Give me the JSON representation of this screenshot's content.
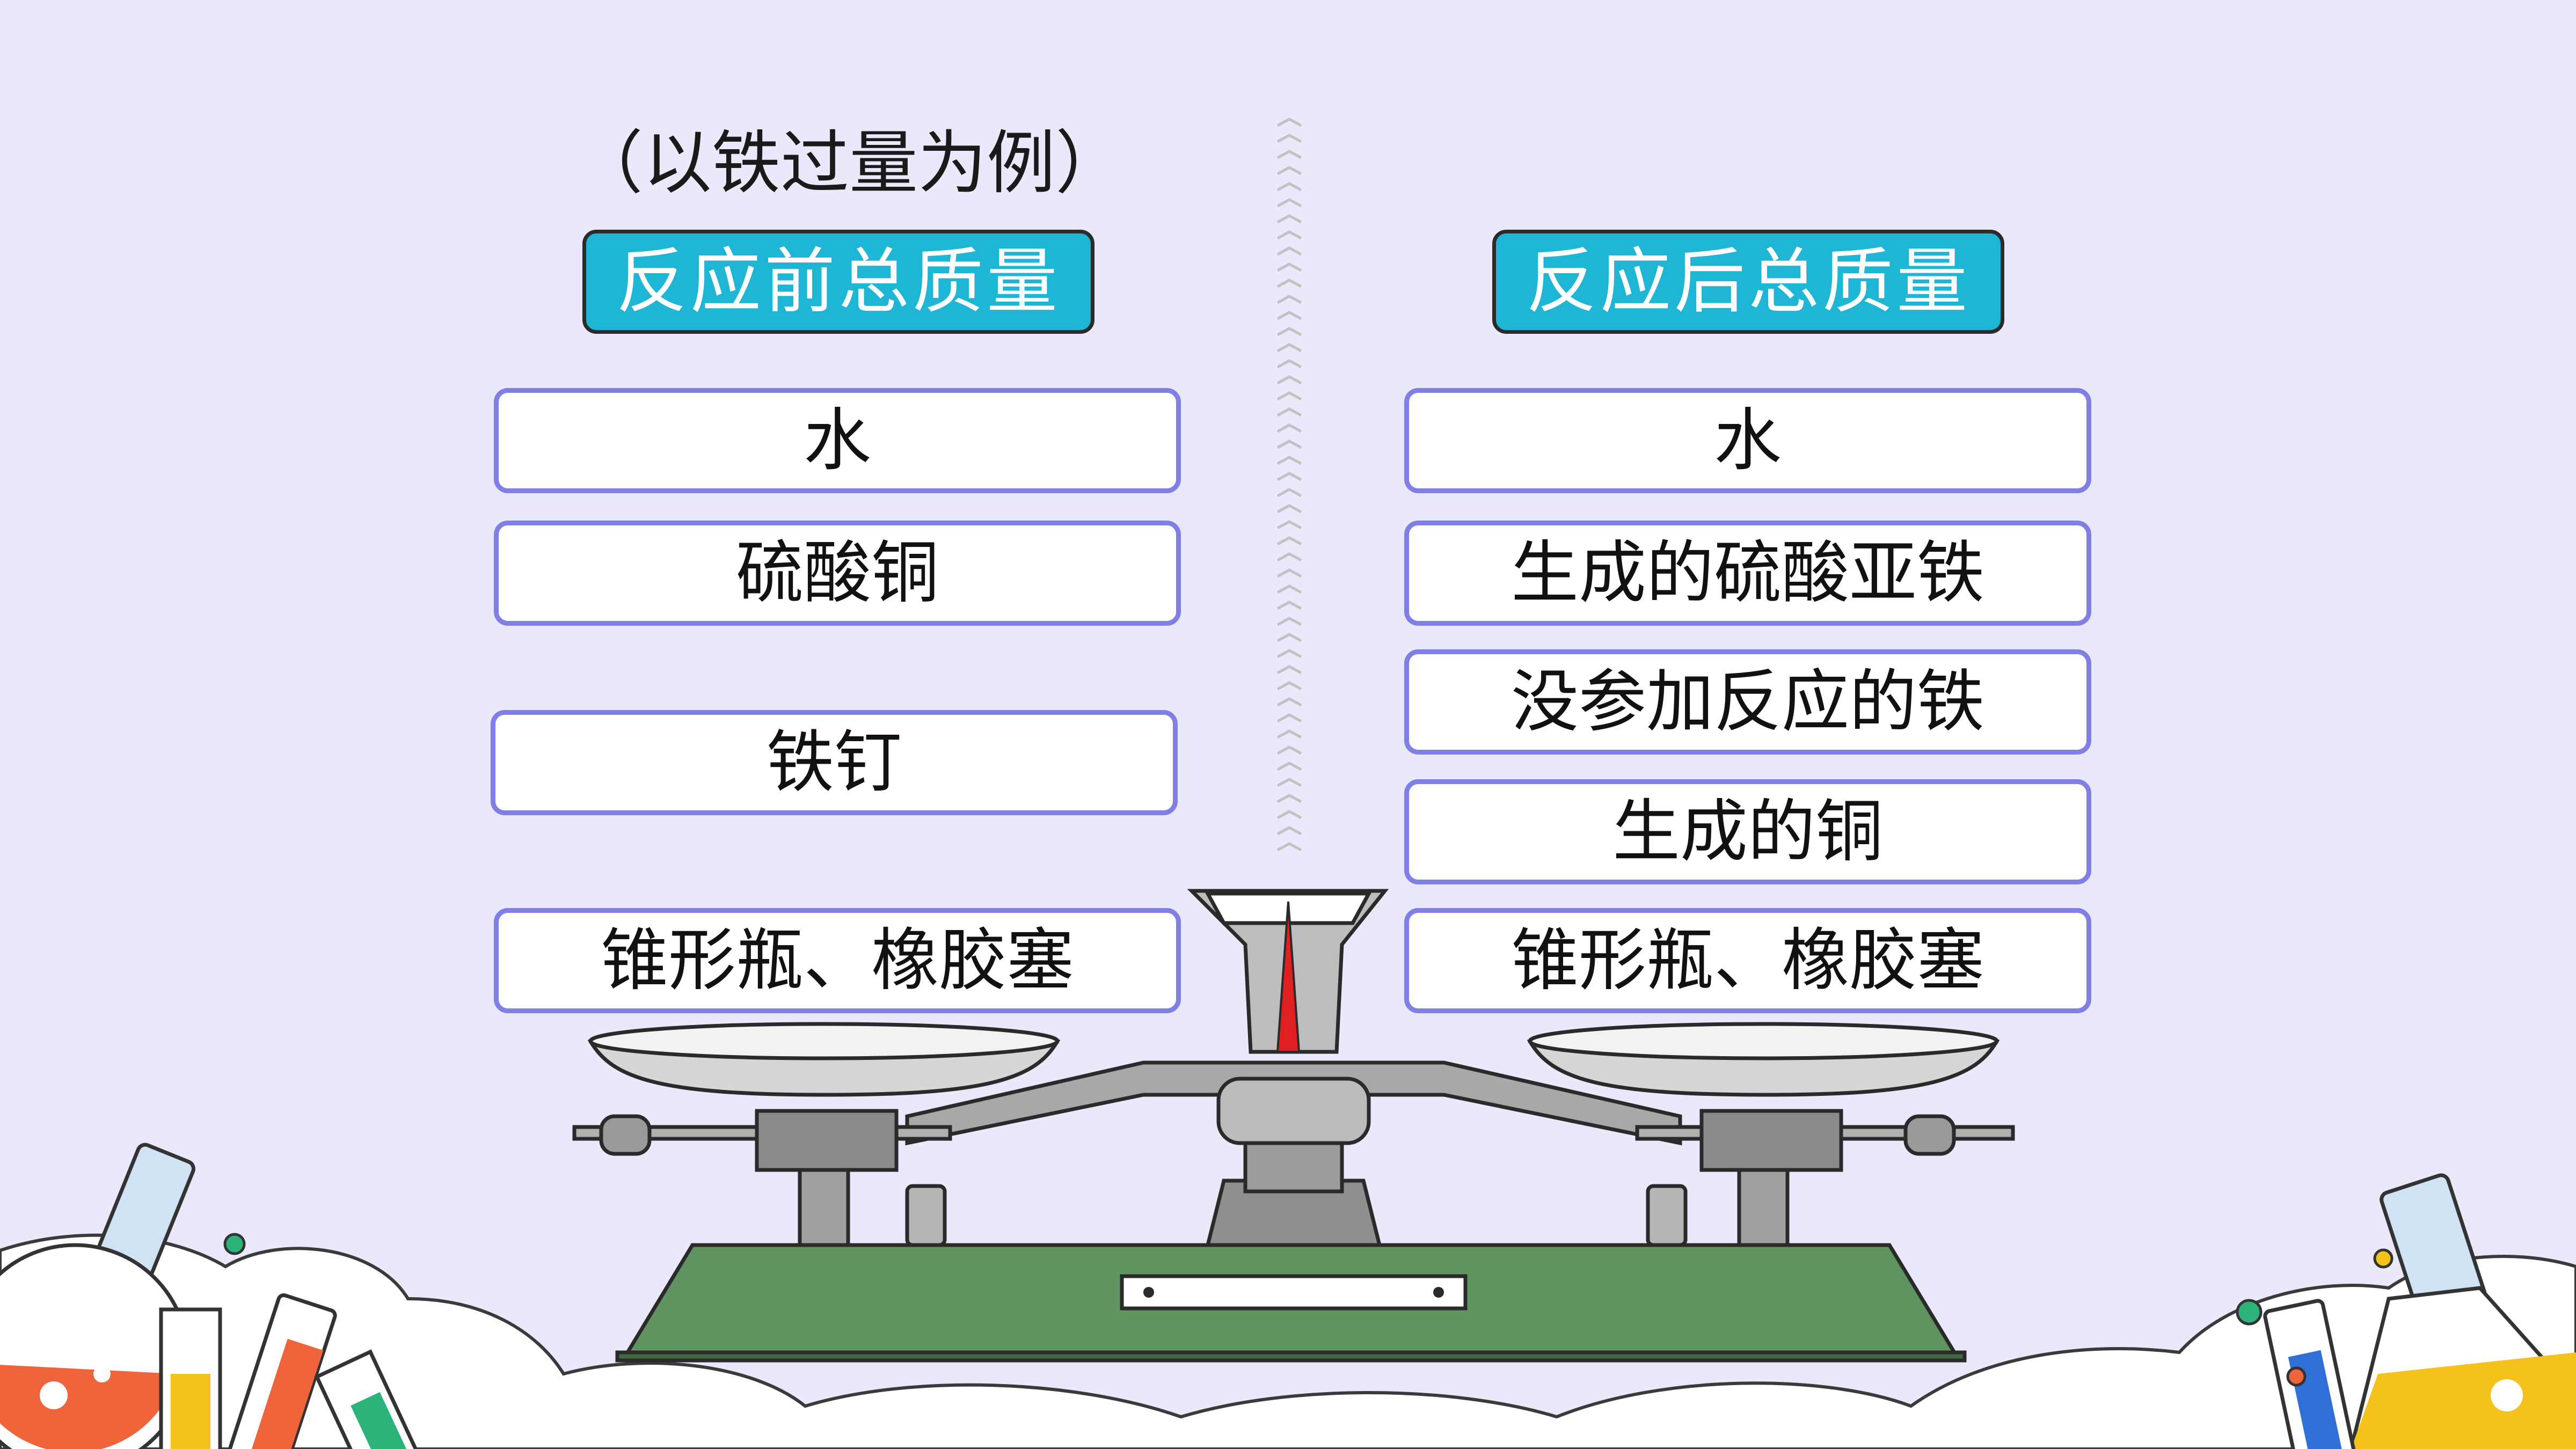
{
  "note": "（以铁过量为例）",
  "left": {
    "header": "反应前总质量",
    "items": [
      "水",
      "硫酸铜",
      "铁钉",
      "锥形瓶、橡胶塞"
    ]
  },
  "right": {
    "header": "反应后总质量",
    "items": [
      "水",
      "生成的硫酸亚铁",
      "没参加反应的铁",
      "生成的铜",
      "锥形瓶、橡胶塞"
    ]
  },
  "colors": {
    "background": "#e9e9fb",
    "header_fill": "#1fb6d6",
    "item_border": "#7f7fe6",
    "balance_base": "#5f9460"
  },
  "icons": [
    "balance-scale-illustration",
    "flask-left-illustration",
    "flask-right-illustration",
    "divider-chevrons"
  ]
}
